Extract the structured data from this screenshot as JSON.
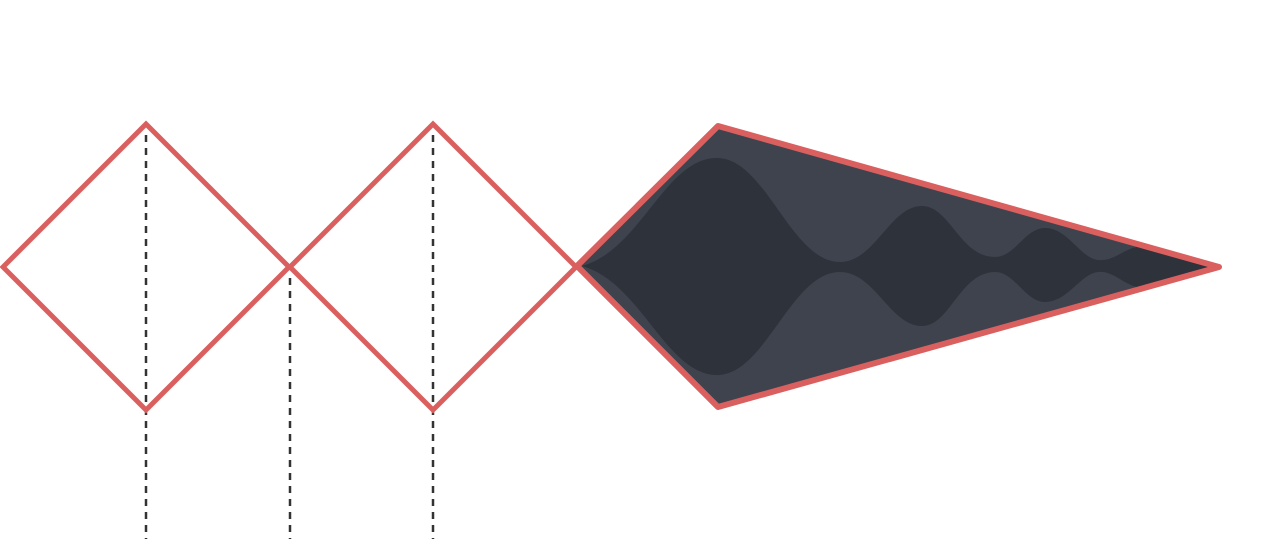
{
  "colors": {
    "background": "#ffffff",
    "outline": "#d9605f",
    "guide": "#333333",
    "fill_outer": "#3e434d",
    "fill_inner": "#2e323a"
  },
  "shapes": {
    "diamond_count": 2,
    "cone_count": 1,
    "guide_style": "dashed"
  }
}
